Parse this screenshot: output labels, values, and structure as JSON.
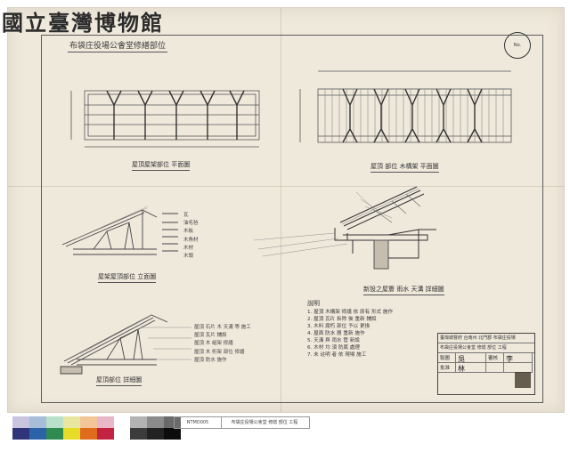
{
  "museum_title": "國立臺灣博物館",
  "sheet_title": "布袋庄役場公會堂修繕部位",
  "drawing_number": "No.",
  "views": {
    "roof_plan_left": "屋頂屋架部位 平面圖",
    "roof_plan_right": "屋頂 部位 木構架 平面圖",
    "truss_elevation": "屋架屋頂部位 立面圖",
    "eave_section": "新設之屋簷 雨水 天溝 詳細圖",
    "roof_detail": "屋頂部位 詳細圖"
  },
  "legend_left": [
    "瓦",
    "油毛毡",
    "木板",
    "木角材",
    "木材",
    "木頭"
  ],
  "section_notes": [
    "屋頂 石片 木 天溝 等 施工",
    "屋頂 瓦片 鋪設",
    "屋頂 木 組架 修繕",
    "屋頂 木 桁架 部位 修繕",
    "屋頂 防水 施作"
  ],
  "notes": {
    "title": "說明",
    "items": [
      "1. 屋頂 木構架 修繕 依 原有 形式 施作",
      "2. 屋頂 瓦片 拆除 後 重新 鋪設",
      "3. 木料 腐朽 部位 予以 更換",
      "4. 屋面 防水 層 重新 施作",
      "5. 天溝 與 雨水 管 新設",
      "6. 木材 均 須 防腐 處理",
      "7. 未 註明 者 依 現場 施工"
    ]
  },
  "title_block": {
    "org": "臺灣總督府 台南州 北門郡 布袋庄役場",
    "project": "布袋庄役場公會堂 修繕 部位 工程",
    "drawn_label": "製圖",
    "drawn_value": "吳",
    "checked_label": "審核",
    "checked_value": "李",
    "approved_label": "批准",
    "approved_value": "林"
  },
  "color_chart": {
    "top": [
      "#c9c5df",
      "#a7bdd8",
      "#b9e0c8",
      "#e9e6a2",
      "#f5c59a",
      "#eab7c6"
    ],
    "bottom": [
      "#2f3578",
      "#2c63a8",
      "#2e8c52",
      "#e7dd28",
      "#df6b1c",
      "#c22340"
    ],
    "gray_top": [
      "#b3b3b3",
      "#8b8b8b",
      "#6a6a6a"
    ],
    "gray_bottom": [
      "#3c3c3c",
      "#222222",
      "#0c0c0c"
    ]
  },
  "accession_id": "NTMD005",
  "accession_title": "布袋庄役場公會堂 修繕 部位 工程"
}
